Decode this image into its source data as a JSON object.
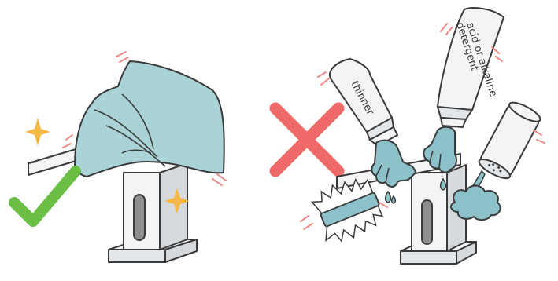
{
  "colors": {
    "outline": "#3a3a3a",
    "cloth": "#a9d3d6",
    "glove": "#8cc1c9",
    "wet": "#8cc1c9",
    "metal": "#f2f4f5",
    "metal_shade": "#d6dadd",
    "sensor": "#8f8f8f",
    "check": "#6bbf45",
    "cross": "#f06a6a",
    "sparkle": "#f5b844",
    "motion": "#ee8a86"
  },
  "icons": {
    "ok": "check-mark-icon",
    "ng": "cross-mark-icon",
    "clean": "sparkle-icon"
  },
  "labels": {
    "thinner_bottle": "thinner",
    "chemical_bottle_line1": "acid or alkaline",
    "chemical_bottle_line2": "detergent"
  }
}
